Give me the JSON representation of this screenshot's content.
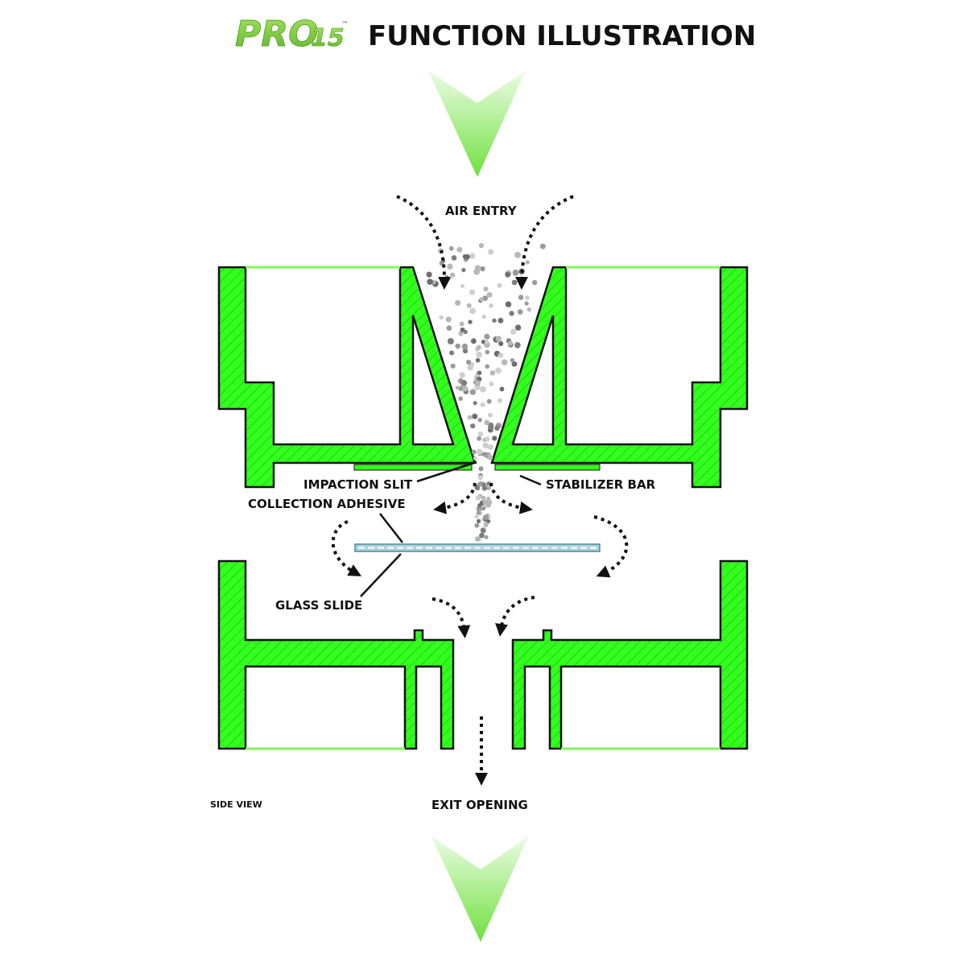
{
  "header": {
    "brand": "PRO",
    "model": "15",
    "trademark": "™",
    "title": "FUNCTION ILLUSTRATION"
  },
  "labels": {
    "air_entry": "AIR ENTRY",
    "impaction_slit": "IMPACTION SLIT",
    "stabilizer_bar": "STABILIZER BAR",
    "collection_adhesive": "COLLECTION ADHESIVE",
    "glass_slide": "GLASS SLIDE",
    "side_view": "SIDE VIEW",
    "exit_opening": "EXIT OPENING"
  },
  "colors": {
    "brand_green": "#7ac943",
    "part_green": "#33ff1f",
    "outline": "#111111",
    "slide_blue": "#a8d4dc",
    "arrow_green_top": "#e9fbe2",
    "arrow_green_bottom": "#6fe03e",
    "particle_grey": "#8a8a8a"
  },
  "icons": {
    "top_arrow": "down-arrow-gradient-icon",
    "bottom_arrow": "down-arrow-gradient-icon"
  }
}
